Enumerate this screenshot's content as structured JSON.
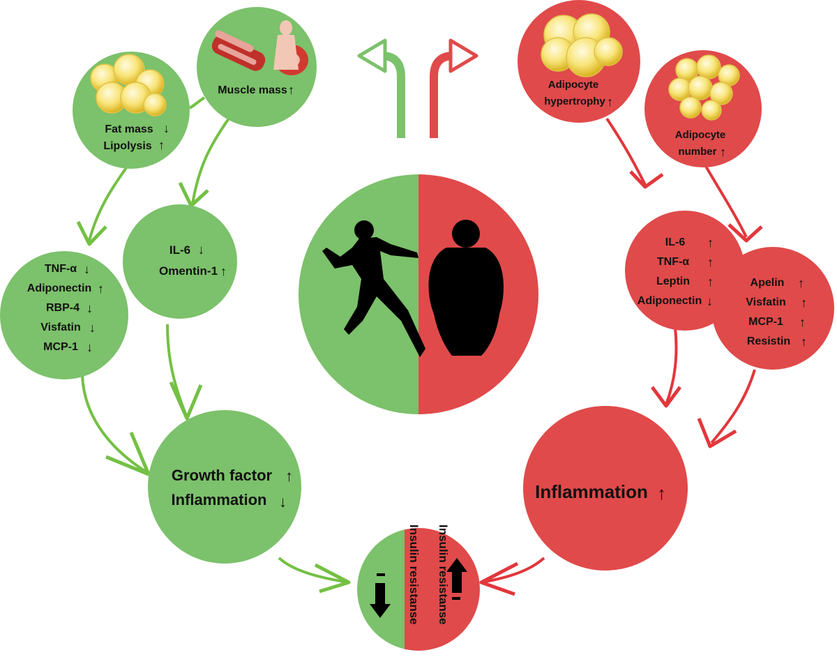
{
  "colors": {
    "green": "#7cc16b",
    "green_arrow": "#74c044",
    "red": "#e04a4a",
    "red_arrow": "#e2373c",
    "fat_cell": "#f7e27a",
    "text": "#111111"
  },
  "green_side": {
    "fat_mass_line1": "Fat mass",
    "fat_mass_line2": "Lipolysis",
    "muscle_mass": "Muscle mass",
    "il6_omentin": [
      "IL-6",
      "Omentin-1"
    ],
    "adipokines": [
      "TNF-α",
      "Adiponectin",
      "RBP-4",
      "Visfatin",
      "MCP-1"
    ],
    "growth_factor": "Growth factor",
    "inflammation": "Inflammation"
  },
  "red_side": {
    "adipocyte_hypertrophy_line1": "Adipocyte",
    "adipocyte_hypertrophy_line2": "hypertrophy",
    "adipocyte_number_line1": "Adipocyte",
    "adipocyte_number_line2": "number",
    "cytokines": [
      "IL-6",
      "TNF-α",
      "Leptin",
      "Adiponectin"
    ],
    "adipokines": [
      "Apelin",
      "Visfatin",
      "MCP-1",
      "Resistin"
    ],
    "inflammation": "Inflammation"
  },
  "insulin": {
    "green_label": "Insulin resistanse",
    "red_label": "Insulin resistanse"
  },
  "icons": {
    "center": [
      "runner-silhouette-icon",
      "obese-silhouette-icon"
    ],
    "images": [
      "fat-cells-icon",
      "muscle-anatomy-icon"
    ]
  }
}
